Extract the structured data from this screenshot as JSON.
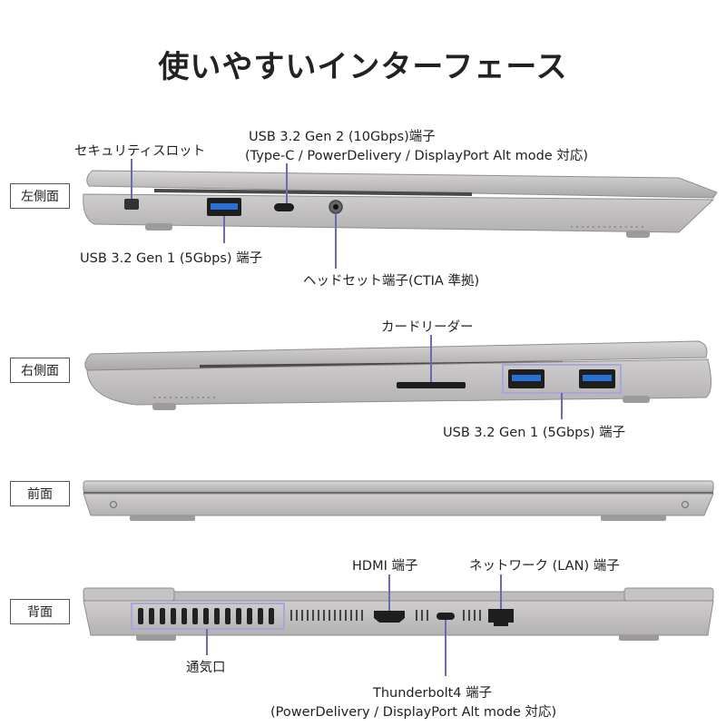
{
  "title": "使いやすいインターフェース",
  "views": {
    "left": "左側面",
    "right": "右側面",
    "front": "前面",
    "back": "背面"
  },
  "callouts": {
    "security_slot": "セキュリティスロット",
    "usb_c_line1": "USB 3.2 Gen 2 (10Gbps)端子",
    "usb_c_line2": "(Type-C / PowerDelivery / DisplayPort Alt mode 対応)",
    "usb_a_left": "USB 3.2 Gen 1 (5Gbps) 端子",
    "headset": "ヘッドセット端子(CTIA 準拠)",
    "card_reader": "カードリーダー",
    "usb_a_right": "USB 3.2 Gen 1 (5Gbps) 端子",
    "hdmi": "HDMI 端子",
    "lan": "ネットワーク (LAN) 端子",
    "vent": "通気口",
    "tb4_line1": "Thunderbolt4 端子",
    "tb4_line2": "(PowerDelivery / DisplayPort Alt mode 対応)"
  },
  "colors": {
    "chassis": "#b9b7b8",
    "chassis_dark": "#8f8d8e",
    "usb_blue": "#2a6fd6",
    "highlight_box": "#a8a8d8"
  }
}
